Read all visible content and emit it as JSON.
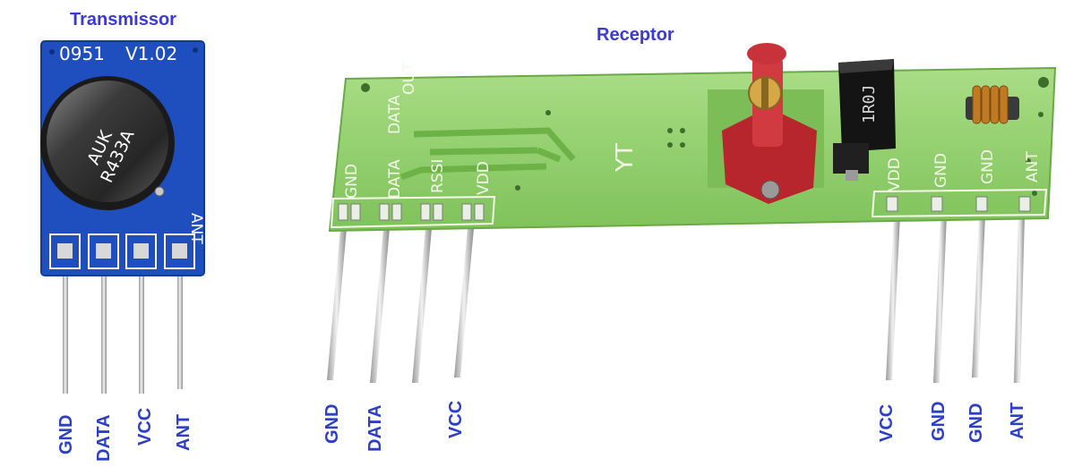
{
  "transmitter": {
    "title": "Transmissor",
    "board_code": "0951",
    "board_version": "V1.02",
    "crystal_line1": "AUK",
    "crystal_line2": "R433A",
    "pcb_ant": "ANT",
    "pins": [
      "GND",
      "DATA",
      "VCC",
      "ANT"
    ]
  },
  "receiver": {
    "title": "Receptor",
    "pcb_labels_left": [
      "GND",
      "DATA",
      "DATA",
      "RSSI",
      "VDD"
    ],
    "pcb_out": "OUT",
    "pcb_yt": "YT",
    "inductor_text": "1R0J",
    "pcb_labels_right": [
      "VDD",
      "GND",
      "GND",
      "ANT"
    ],
    "pins_left": [
      "GND",
      "DATA",
      "VCC"
    ],
    "pins_right": [
      "VCC",
      "GND",
      "GND",
      "ANT"
    ]
  },
  "colors": {
    "label_blue": "#2c3fc9",
    "tx_pcb": "#1f4fbf",
    "rx_pcb": "#8fd06a",
    "pot_red": "#c8323a"
  }
}
